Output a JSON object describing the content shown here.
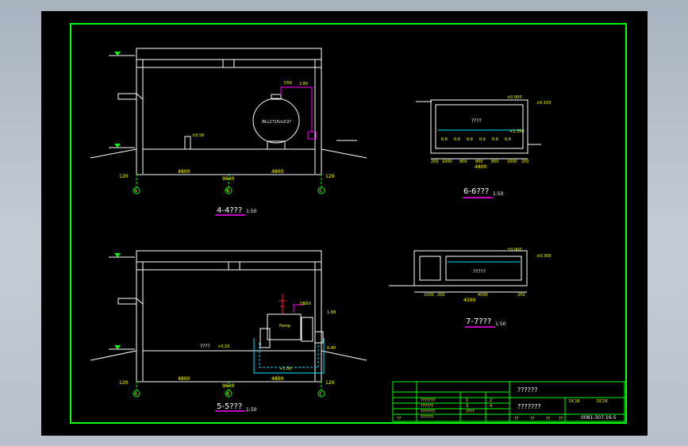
{
  "drawing": {
    "sections": {
      "s44": {
        "title": "4-4???",
        "scale": "1:50",
        "dims": {
          "left": "120",
          "a": "4800",
          "total": "9640",
          "b": "4800",
          "right": "120"
        },
        "axes": [
          "A",
          "B",
          "C"
        ],
        "tank_label": "ΦLL2?15m2/2?",
        "level": "±0.50"
      },
      "s55": {
        "title": "5-5???",
        "scale": "1:50",
        "dims": {
          "left": "120",
          "a": "4800",
          "total": "9640",
          "b": "4800",
          "right": "120"
        },
        "axes": [
          "A",
          "B",
          "C"
        ],
        "room_label": "????",
        "level": "+0.10"
      },
      "s66": {
        "title": "6-6???",
        "scale": "1:50",
        "tank_label": "????",
        "top_level": "±0.000",
        "dims": [
          "250",
          "1000",
          "800",
          "800",
          "800",
          "1000",
          "250"
        ],
        "total": "4800"
      },
      "s77": {
        "title": "7-7???",
        "scale": "1:50",
        "tank_label": "?????",
        "top_level": "±0.000",
        "dims": [
          "1000",
          "250",
          "4000",
          "250"
        ],
        "total": "4500"
      }
    },
    "title_block": {
      "project": "??????",
      "drawing_name": "???????",
      "drawing_no": "0081-307-16-5",
      "rows": [
        "???????",
        "??????",
        "???????",
        "??????"
      ],
      "cells": [
        "1",
        "2",
        "3",
        "4",
        "????"
      ],
      "bottom": [
        "??",
        "??",
        "??",
        "??",
        "??"
      ],
      "side_marks": [
        "DC16",
        "DC16"
      ]
    },
    "colors": {
      "frame": "#00ff00",
      "lines": "#ffffff",
      "dims": "#ffff00",
      "pipe": "#ff00ff",
      "water": "#00e5ff",
      "valve": "#ff2020"
    }
  }
}
